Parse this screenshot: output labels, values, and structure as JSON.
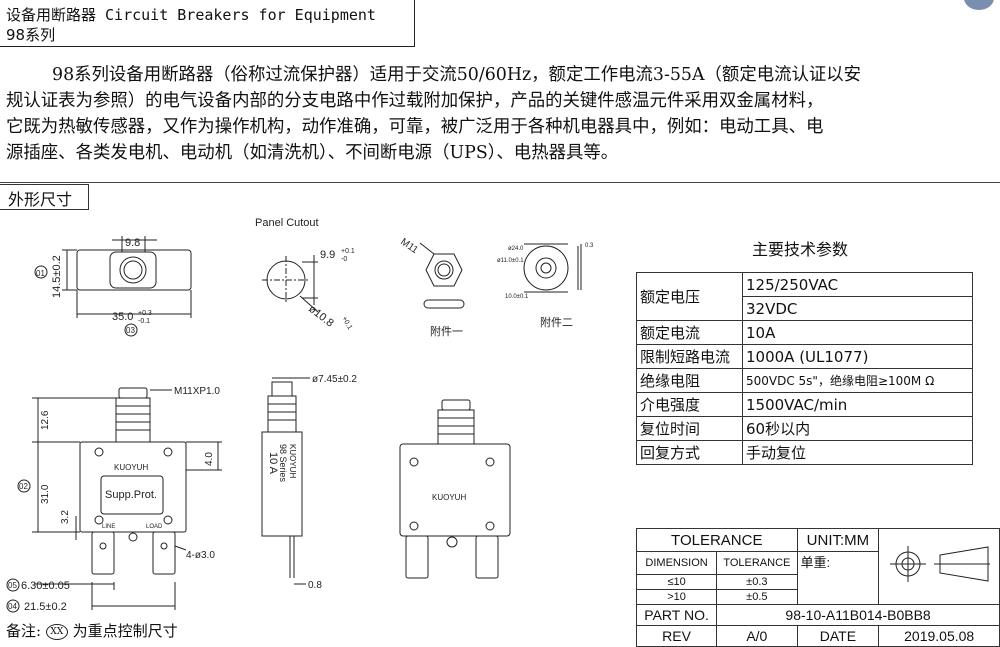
{
  "header": {
    "title": "设备用断路器 Circuit Breakers for Equipment",
    "series": "98系列"
  },
  "description": [
    "98系列设备用断路器（俗称过流保护器）适用于交流50/60Hz，额定工作电流3-55A（额定电流认证以安",
    "规认证表为参照）的电气设备内部的分支电路中作过载附加保护，产品的关键件感温元件采用双金属材料，",
    "它既为热敏传感器，又作为操作机构，动作准确，可靠，被广泛用于各种机电器具中，例如：电动工具、电",
    "源插座、各类发电机、电动机（如清洗机）、不间断电源（UPS）、电热器具等。"
  ],
  "section_title": "外形尺寸",
  "drawing": {
    "panel_cutout": "Panel Cutout",
    "dim_9_8": "9.8",
    "dim_14_5": "14.5±0.2",
    "dim_35": "35.0",
    "dim_35_tol_up": "+0.3",
    "dim_35_tol_down": "-0.1",
    "mark_01": "01",
    "mark_03": "03",
    "dim_9_9": "9.9",
    "dim_9_9_tol_up": "+0.1",
    "dim_9_9_tol_down": "-0",
    "dim_10_8": "ø10.8",
    "dim_10_8_tol": "+0.1",
    "m11": "M11",
    "attach1": "附件一",
    "attach2": "附件二",
    "dim_24": "ø24.0",
    "dim_11": "ø11.0±0.1",
    "dim_10": "10.0±0.1",
    "dim_03": "0.3",
    "thread": "M11XP1.0",
    "dim_12_6": "12.6",
    "dim_31": "31.0",
    "mark_02": "02",
    "dim_3_2": "3.2",
    "dim_4_0": "4.0",
    "dim_4_hole": "4-ø3.0",
    "dim_6_30": "6.30±0.05",
    "mark_05": "05",
    "dim_21_5": "21.5±0.2",
    "mark_04": "04",
    "dim_7_45": "ø7.45±0.2",
    "dim_0_8": "0.8",
    "brand": "KUOYUH",
    "label_supp": "Supp.Prot.",
    "label_line": "LINE",
    "label_load": "LOAD",
    "side_series": "98 Series",
    "side_rating": "10 A"
  },
  "spec": {
    "title": "主要技术参数",
    "rows": [
      {
        "key": "额定电压",
        "value": "125/250VAC"
      },
      {
        "key": "",
        "value": "32VDC"
      },
      {
        "key": "额定电流",
        "value": "10A"
      },
      {
        "key": "限制短路电流",
        "value": "1000A (UL1077)"
      },
      {
        "key": "绝缘电阻",
        "value": "500VDC 5s\"，绝缘电阻≥100M Ω"
      },
      {
        "key": "介电强度",
        "value": "1500VAC/min"
      },
      {
        "key": "复位时间",
        "value": "60秒以内"
      },
      {
        "key": "回复方式",
        "value": "手动复位"
      }
    ]
  },
  "tolerance": {
    "title": "TOLERANCE",
    "unit": "UNIT:MM",
    "dimension_header": "DIMENSION",
    "tolerance_header": "TOLERANCE",
    "weight_label": "单重:",
    "rows": [
      {
        "dimension": "≤10",
        "tolerance": "±0.3"
      },
      {
        "dimension": ">10",
        "tolerance": "±0.5"
      }
    ],
    "part_no_label": "PART NO.",
    "part_no": "98-10-A11B014-B0BB8",
    "rev_label": "REV",
    "rev": "A/0",
    "date_label": "DATE",
    "date": "2019.05.08"
  },
  "note": {
    "prefix": "备注:",
    "circle": "XX",
    "suffix": "为重点控制尺寸"
  }
}
